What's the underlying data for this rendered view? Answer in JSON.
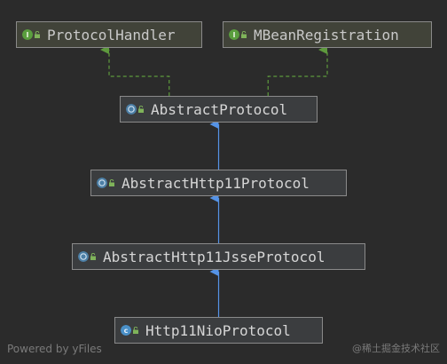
{
  "diagram": {
    "nodes": [
      {
        "id": "protocol-handler",
        "label": "ProtocolHandler",
        "kind": "interface"
      },
      {
        "id": "mbean-registration",
        "label": "MBeanRegistration",
        "kind": "interface"
      },
      {
        "id": "abstract-protocol",
        "label": "AbstractProtocol",
        "kind": "abstract-class"
      },
      {
        "id": "abstract-http11-protocol",
        "label": "AbstractHttp11Protocol",
        "kind": "abstract-class"
      },
      {
        "id": "abstract-http11-jsse-protocol",
        "label": "AbstractHttp11JsseProtocol",
        "kind": "abstract-class"
      },
      {
        "id": "http11-nio-protocol",
        "label": "Http11NioProtocol",
        "kind": "class"
      }
    ],
    "edges": [
      {
        "from": "abstract-protocol",
        "to": "protocol-handler",
        "type": "implements"
      },
      {
        "from": "abstract-protocol",
        "to": "mbean-registration",
        "type": "implements"
      },
      {
        "from": "abstract-http11-protocol",
        "to": "abstract-protocol",
        "type": "extends"
      },
      {
        "from": "abstract-http11-jsse-protocol",
        "to": "abstract-http11-protocol",
        "type": "extends"
      },
      {
        "from": "http11-nio-protocol",
        "to": "abstract-http11-jsse-protocol",
        "type": "extends"
      }
    ]
  },
  "colors": {
    "background": "#2b2b2b",
    "implements_edge": "#5e9a3d",
    "extends_edge": "#5593e6",
    "interface_icon": "#5a9e3e",
    "abstract_icon": "#4c7fa6",
    "class_icon": "#4a90c8"
  },
  "footer": {
    "left": "Powered by yFiles",
    "right": "@稀土掘金技术社区"
  }
}
